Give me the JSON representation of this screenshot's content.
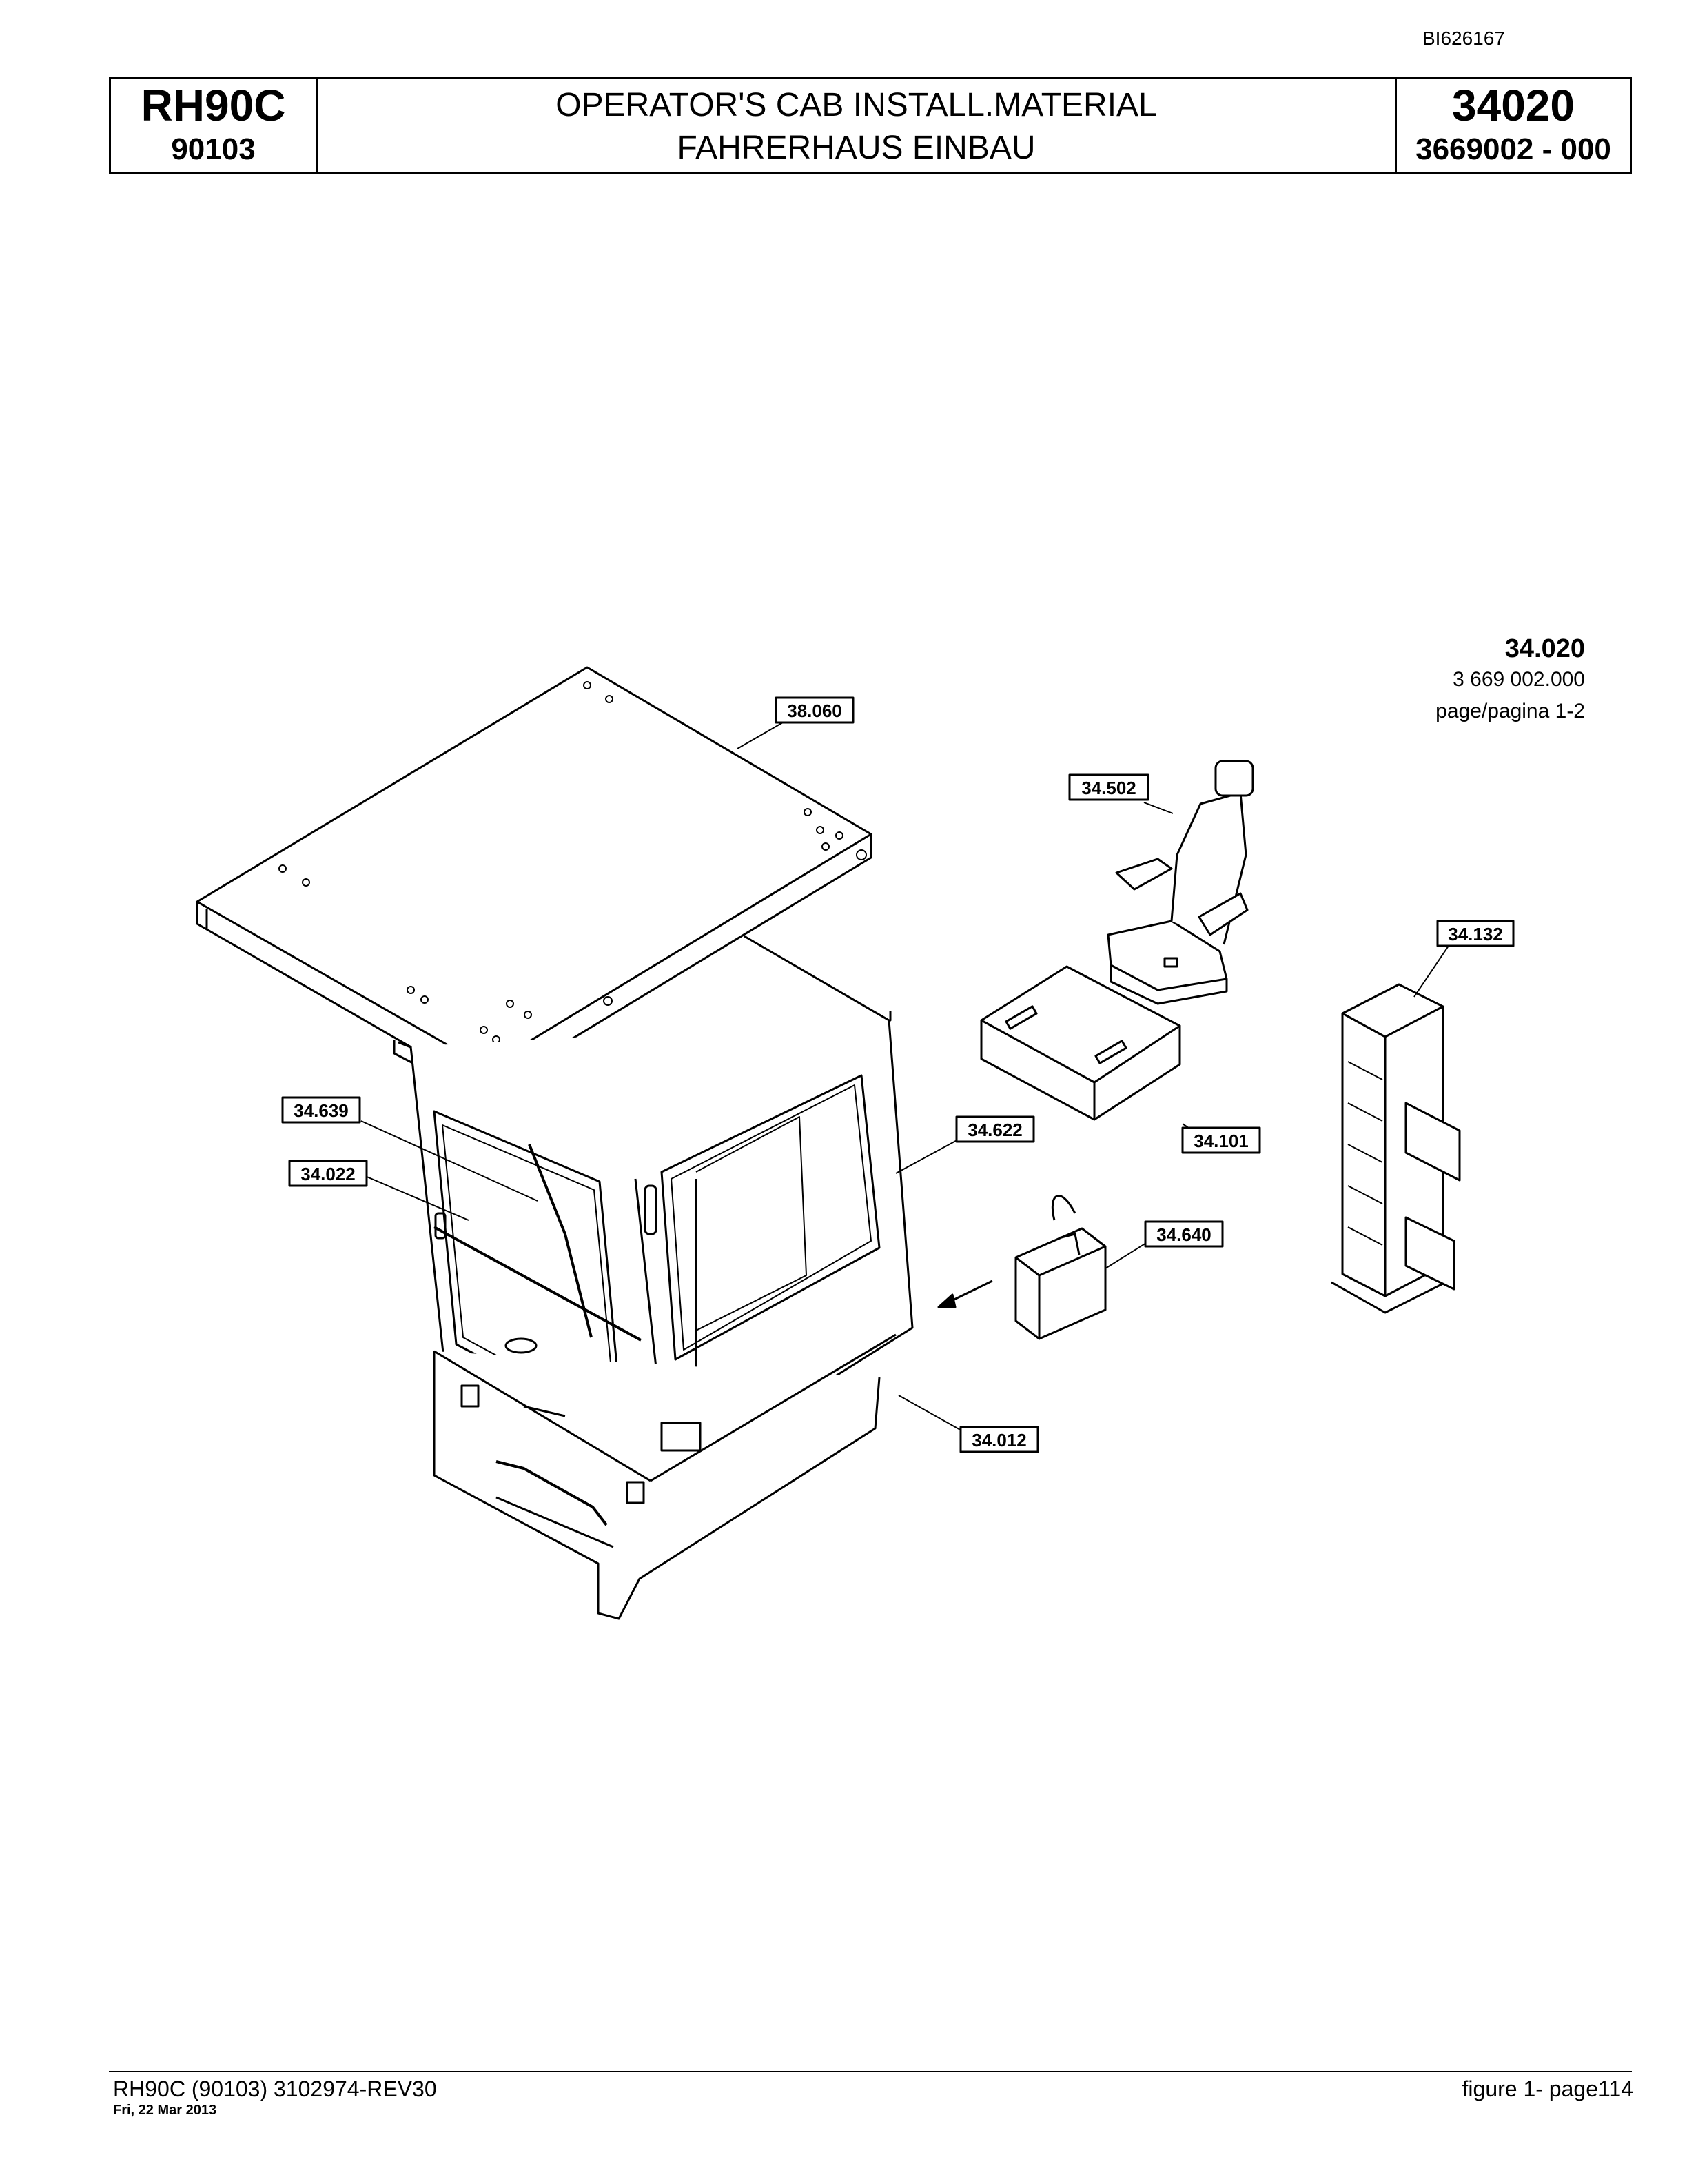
{
  "document_id": "BI626167",
  "header": {
    "model": "RH90C",
    "serial": "90103",
    "title_en": "OPERATOR'S CAB INSTALL.MATERIAL",
    "title_de": "FAHRERHAUS EINBAU",
    "group_number": "34020",
    "part_number": "3669002  - 000"
  },
  "figure_ref": {
    "number": "34.020",
    "part": "3 669 002.000",
    "page": "page/pagina 1-2"
  },
  "callouts": {
    "roof": "38.060",
    "seat": "34.502",
    "panel": "34.132",
    "console": "34.101",
    "wiper": "34.639",
    "window": "34.022",
    "cab": "34.622",
    "washer_tank": "34.640",
    "base": "34.012"
  },
  "footer": {
    "left": "RH90C (90103) 3102974-REV30",
    "date": "Fri, 22 Mar 2013",
    "right": "figure  1- page114"
  }
}
